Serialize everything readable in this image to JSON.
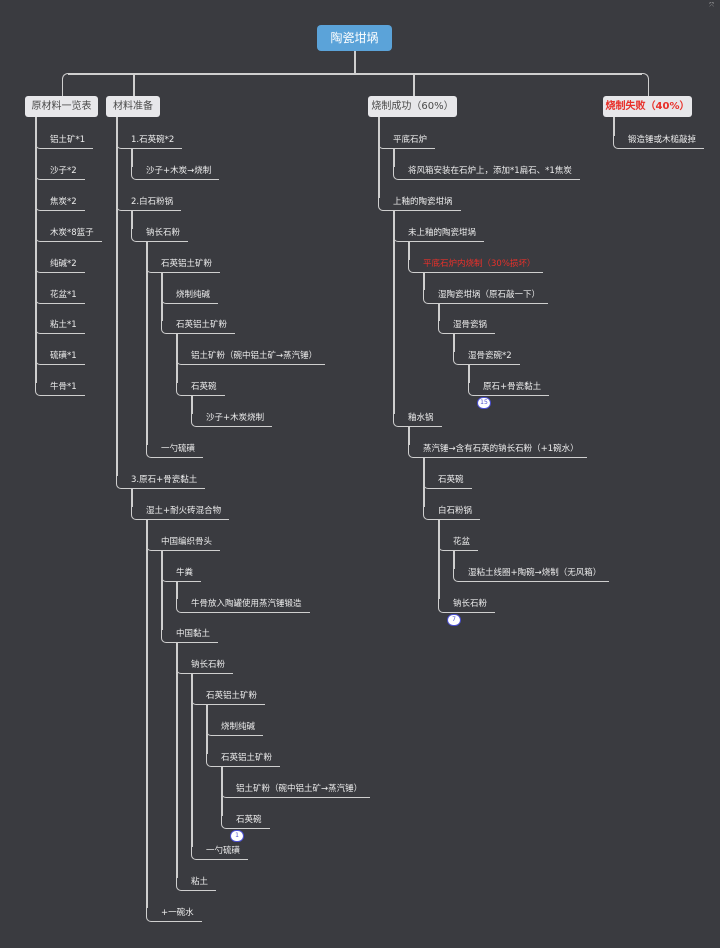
{
  "root": {
    "label": "陶瓷坩埚",
    "color": "#5ba3d9"
  },
  "columns": [
    {
      "label": "原材料一览表",
      "red": false,
      "items": [
        {
          "label": "铝土矿*1"
        },
        {
          "label": "沙子*2"
        },
        {
          "label": "焦炭*2"
        },
        {
          "label": "木炭*8篮子"
        },
        {
          "label": "纯碱*2"
        },
        {
          "label": "花盆*1"
        },
        {
          "label": "粘土*1"
        },
        {
          "label": "硫磺*1"
        },
        {
          "label": "牛骨*1"
        }
      ]
    },
    {
      "label": "材料准备",
      "red": false,
      "items": [
        {
          "label": "1.石英碗*2",
          "children": [
            {
              "label": "沙子+木炭→烧制"
            }
          ]
        },
        {
          "label": "2.白石粉锅",
          "children": [
            {
              "label": "钠长石粉",
              "children": [
                {
                  "label": "石英铝土矿粉",
                  "children": [
                    {
                      "label": "烧制纯碱"
                    },
                    {
                      "label": "石英铝土矿粉",
                      "children": [
                        {
                          "label": "铝土矿粉（碗中铝土矿→蒸汽锤）"
                        },
                        {
                          "label": "石英碗",
                          "children": [
                            {
                              "label": "沙子+木炭烧制"
                            }
                          ]
                        }
                      ]
                    }
                  ]
                },
                {
                  "label": "一勺硫磺"
                }
              ]
            }
          ]
        },
        {
          "label": "3.原石+骨瓷黏土",
          "children": [
            {
              "label": "湿土+耐火砖混合物",
              "children": [
                {
                  "label": "中国编织骨头",
                  "children": [
                    {
                      "label": "牛粪",
                      "children": [
                        {
                          "label": "牛骨放入陶罐使用蒸汽锤锻造"
                        }
                      ]
                    },
                    {
                      "label": "中国黏土",
                      "children": [
                        {
                          "label": "钠长石粉",
                          "children": [
                            {
                              "label": "石英铝土矿粉",
                              "children": [
                                {
                                  "label": "烧制纯碱"
                                },
                                {
                                  "label": "石英铝土矿粉",
                                  "children": [
                                    {
                                      "label": "铝土矿粉（碗中铝土矿→蒸汽锤）"
                                    },
                                    {
                                      "label": "石英碗",
                                      "badge": "1"
                                    }
                                  ]
                                }
                              ]
                            },
                            {
                              "label": "一勺硫磺"
                            }
                          ]
                        },
                        {
                          "label": "粘土"
                        }
                      ]
                    }
                  ]
                },
                {
                  "label": "+一碗水"
                }
              ]
            }
          ]
        }
      ]
    },
    {
      "label": "烧制成功（60%）",
      "red": false,
      "items": [
        {
          "label": "平底石炉",
          "children": [
            {
              "label": "将风箱安装在石炉上，添加*1扁石、*1焦炭"
            }
          ]
        },
        {
          "label": "上釉的陶瓷坩埚",
          "children": [
            {
              "label": "未上釉的陶瓷坩埚",
              "children": [
                {
                  "label": "平底石炉内烧制（30%损坏）",
                  "red": true,
                  "children": [
                    {
                      "label": "湿陶瓷坩埚（原石敲一下）",
                      "children": [
                        {
                          "label": "湿骨瓷锅",
                          "children": [
                            {
                              "label": "湿骨瓷碗*2",
                              "children": [
                                {
                                  "label": "原石+骨瓷黏土",
                                  "badge": "15"
                                }
                              ]
                            }
                          ]
                        }
                      ]
                    }
                  ]
                }
              ]
            },
            {
              "label": "釉水锅",
              "children": [
                {
                  "label": "蒸汽锤→含有石英的钠长石粉（+1碗水）",
                  "children": [
                    {
                      "label": "石英碗"
                    },
                    {
                      "label": "白石粉锅",
                      "children": [
                        {
                          "label": "花盆",
                          "children": [
                            {
                              "label": "湿粘土线圈+陶碗→烧制（无风箱）"
                            }
                          ]
                        },
                        {
                          "label": "钠长石粉",
                          "badge": "7"
                        }
                      ]
                    }
                  ]
                }
              ]
            }
          ]
        }
      ]
    },
    {
      "label": "烧制失败（40%）",
      "red": true,
      "items": [
        {
          "label": "锻造锤或木槌敲掉"
        }
      ]
    }
  ],
  "colors": {
    "background": "#3a3b40",
    "line": "#cfcfcf",
    "failure": "#e8302a"
  }
}
